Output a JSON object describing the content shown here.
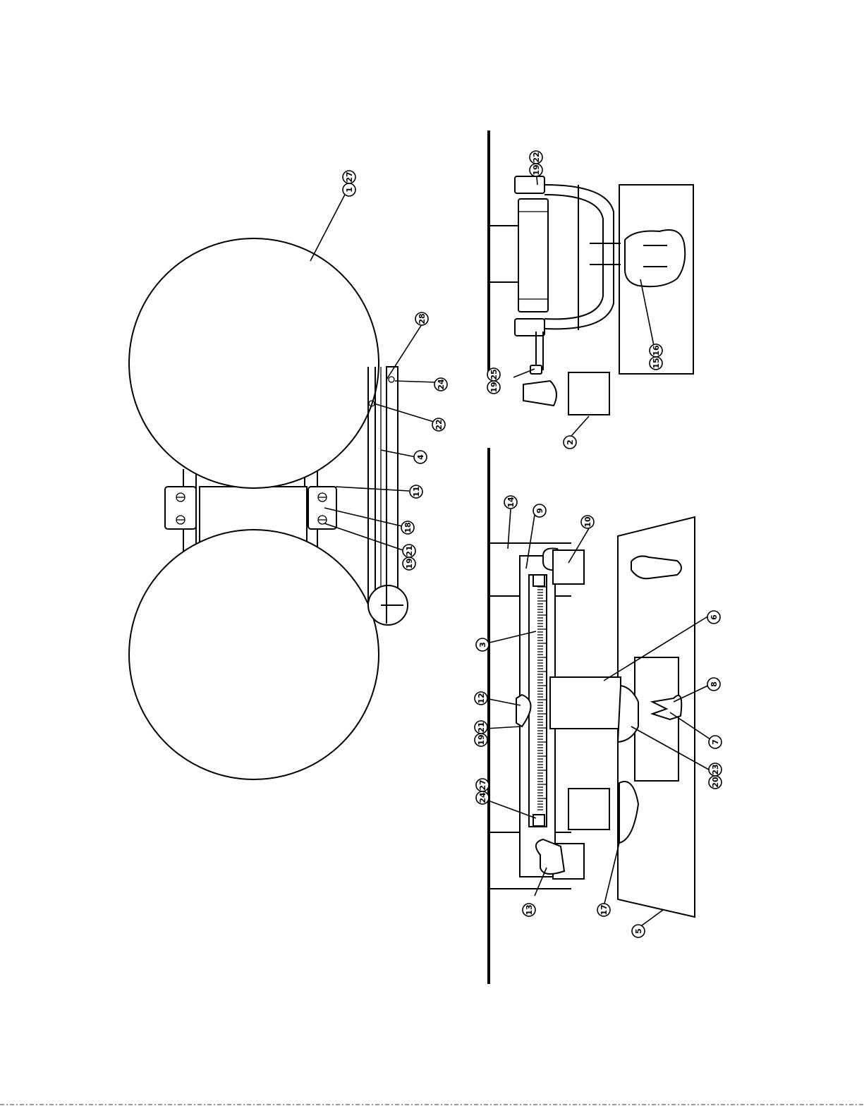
{
  "figure": {
    "callouts": [
      {
        "id": "c-1-27",
        "text": [
          "1",
          "27"
        ]
      },
      {
        "id": "c-28",
        "text": [
          "28"
        ]
      },
      {
        "id": "c-24a",
        "text": [
          "24"
        ]
      },
      {
        "id": "c-22a",
        "text": [
          "22"
        ]
      },
      {
        "id": "c-4",
        "text": [
          "4"
        ]
      },
      {
        "id": "c-11",
        "text": [
          "11"
        ]
      },
      {
        "id": "c-18",
        "text": [
          "18"
        ]
      },
      {
        "id": "c-19-21a",
        "text": [
          "19",
          "21"
        ]
      },
      {
        "id": "c-19-22",
        "text": [
          "19",
          "22"
        ]
      },
      {
        "id": "c-19-25",
        "text": [
          "19",
          "25"
        ]
      },
      {
        "id": "c-2",
        "text": [
          "2"
        ]
      },
      {
        "id": "c-15-16",
        "text": [
          "15",
          "16"
        ]
      },
      {
        "id": "c-14",
        "text": [
          "14"
        ]
      },
      {
        "id": "c-9",
        "text": [
          "9"
        ]
      },
      {
        "id": "c-10",
        "text": [
          "10"
        ]
      },
      {
        "id": "c-3",
        "text": [
          "3"
        ]
      },
      {
        "id": "c-6",
        "text": [
          "6"
        ]
      },
      {
        "id": "c-12",
        "text": [
          "12"
        ]
      },
      {
        "id": "c-8",
        "text": [
          "8"
        ]
      },
      {
        "id": "c-19-21b",
        "text": [
          "19",
          "21"
        ]
      },
      {
        "id": "c-7",
        "text": [
          "7"
        ]
      },
      {
        "id": "c-20-23",
        "text": [
          "20",
          "23"
        ]
      },
      {
        "id": "c-24-27",
        "text": [
          "24",
          "27"
        ]
      },
      {
        "id": "c-13",
        "text": [
          "13"
        ]
      },
      {
        "id": "c-17",
        "text": [
          "17"
        ]
      },
      {
        "id": "c-5",
        "text": [
          "5"
        ]
      }
    ]
  }
}
